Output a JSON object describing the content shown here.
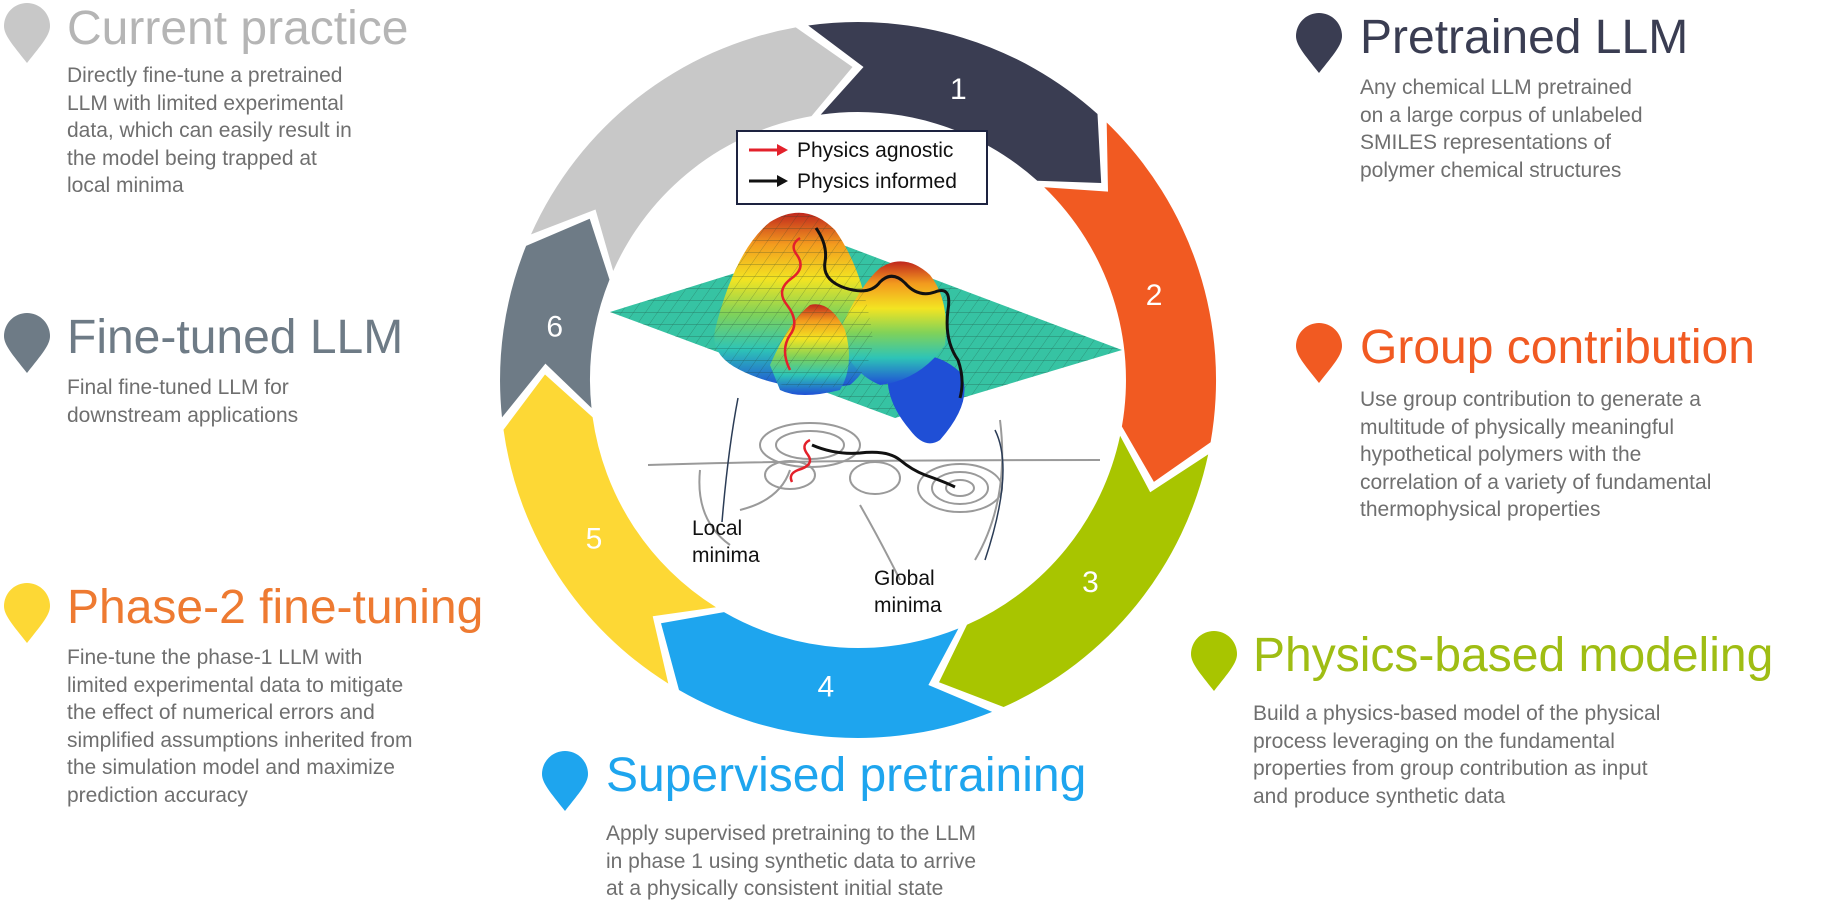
{
  "colors": {
    "step1": "#3a3d52",
    "step2": "#f15a22",
    "step3": "#a8c500",
    "step4": "#1ea5ee",
    "step5": "#fdd835",
    "step6": "#6e7b86",
    "current": "#c8c8c8",
    "text_gray": "#6f6f6f"
  },
  "cycle": [
    {
      "number": "1",
      "color": "#3a3d52"
    },
    {
      "number": "2",
      "color": "#f15a22"
    },
    {
      "number": "3",
      "color": "#a8c500"
    },
    {
      "number": "4",
      "color": "#1ea5ee"
    },
    {
      "number": "5",
      "color": "#fdd835"
    },
    {
      "number": "6",
      "color": "#6e7b86"
    }
  ],
  "legend": {
    "agnostic": "Physics agnostic",
    "informed": "Physics informed"
  },
  "plot_labels": {
    "local_line1": "Local",
    "local_line2": "minima",
    "global_line1": "Global",
    "global_line2": "minima"
  },
  "blocks": {
    "current_practice": {
      "title": "Current practice",
      "color": "#b5b5b5",
      "lines": [
        "Directly fine-tune a pretrained",
        "LLM with limited experimental",
        "data, which can easily result in",
        "the model being trapped at",
        "local minima"
      ]
    },
    "fine_tuned": {
      "title": "Fine-tuned LLM",
      "color": "#6e7b86",
      "lines": [
        "Final fine-tuned LLM for",
        "downstream applications"
      ]
    },
    "phase2": {
      "title": "Phase-2 fine-tuning",
      "color": "#ee7a31",
      "lines": [
        "Fine-tune the phase-1 LLM with",
        "limited experimental data to mitigate",
        "the effect of numerical errors and",
        "simplified assumptions inherited from",
        "the simulation model and maximize",
        "prediction accuracy"
      ]
    },
    "pretrained": {
      "title": "Pretrained LLM",
      "color": "#3a3d52",
      "lines": [
        "Any chemical LLM pretrained",
        "on a large corpus of unlabeled",
        "SMILES representations of",
        "polymer chemical structures"
      ]
    },
    "group": {
      "title": "Group contribution",
      "color": "#f15a22",
      "lines": [
        "Use group contribution to generate a",
        "multitude of physically meaningful",
        "hypothetical polymers with the",
        "correlation of a variety of fundamental",
        "thermophysical properties"
      ]
    },
    "physics": {
      "title": "Physics-based modeling",
      "color": "#9fbd13",
      "lines": [
        "Build a physics-based model of the physical",
        "process leveraging on the fundamental",
        "properties from group contribution as input",
        "and produce synthetic data"
      ]
    },
    "supervised": {
      "title": "Supervised pretraining",
      "color": "#1ea5ee",
      "lines": [
        "Apply supervised pretraining to the LLM",
        "in phase 1 using synthetic data to arrive",
        "at a physically consistent initial state"
      ]
    }
  }
}
